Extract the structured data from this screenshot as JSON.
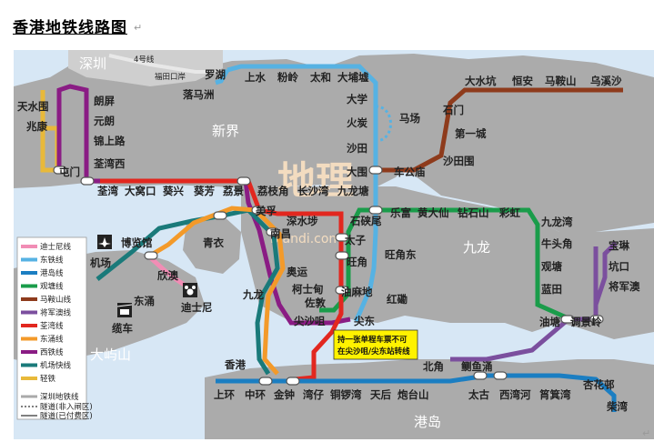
{
  "title": "香港地铁线路图",
  "title_mark": "↵",
  "corner_mark": "↵",
  "watermark": {
    "logo": "地理",
    "site": "Blandi.com"
  },
  "areas": {
    "shenzhen": "深圳",
    "new_territories": "新界",
    "kowloon": "九龙",
    "lantau": "大屿山",
    "hk_island": "港岛"
  },
  "sz_lines": {
    "line4": "4号线",
    "futian": "福田口岸"
  },
  "stations": {
    "lok_ma_chau": "落马洲",
    "lo_wu": "罗湖",
    "sheung_shui": "上水",
    "fanling": "粉岭",
    "tai_wo": "太和",
    "tai_po_market": "大埔墟",
    "university": "大学",
    "fo_tan": "火炭",
    "racecourse": "马场",
    "sha_tin": "沙田",
    "tai_wai": "大围",
    "che_kung_temple": "车公庙",
    "sha_tin_wai": "沙田围",
    "first_city": "第一城",
    "shek_mun": "石门",
    "tai_shui_hang": "大水坑",
    "heng_on": "恒安",
    "ma_on_shan": "马鞍山",
    "wu_kai_sha": "乌溪沙",
    "tin_shui_wai": "天水围",
    "siu_hong": "兆康",
    "tuen_mun": "屯门",
    "long_ping": "朗屏",
    "yuen_long": "元朗",
    "kam_sheung_road": "锦上路",
    "tsuen_wan_west": "荃湾西",
    "tsuen_wan": "荃湾",
    "tai_wo_hau": "大窝口",
    "kwai_hing": "葵兴",
    "kwai_fong": "葵芳",
    "lai_king": "荔景",
    "lai_chi_kok": "荔枝角",
    "cheung_sha_wan": "长沙湾",
    "kowloon_tong": "九龙塘",
    "lok_fu": "乐富",
    "wong_tai_sin": "黄大仙",
    "diamond_hill": "钻石山",
    "choi_hung": "彩虹",
    "kowloon_bay": "九龙湾",
    "ngau_tau_kok": "牛头角",
    "kwun_tong": "观塘",
    "lam_tin": "蓝田",
    "yau_tong": "油塘",
    "tiu_keng_leng": "调景岭",
    "po_lam": "宝琳",
    "hang_hau": "坑口",
    "tko": "将军澳",
    "mei_foo": "美孚",
    "nam_cheong": "南昌",
    "sham_shui_po": "深水埗",
    "shek_kip_mei": "石硖尾",
    "prince_edward": "太子",
    "mong_kok": "旺角",
    "mong_kok_east": "旺角东",
    "yau_ma_tei": "油麻地",
    "hung_hom": "红磡",
    "austin": "柯士甸",
    "jordan": "佐敦",
    "olympic": "奥运",
    "kowloon": "九龙",
    "tst": "尖沙咀",
    "tst_east": "尖东",
    "tsing_yi": "青衣",
    "sunny_bay": "欣澳",
    "tung_chung": "东涌",
    "airport": "机场",
    "asiaworld": "博览馆",
    "disneyland": "迪士尼",
    "cable_car": "缆车",
    "hong_kong": "香港",
    "sheung_wan": "上环",
    "central": "中环",
    "admiralty": "金钟",
    "wan_chai": "湾仔",
    "causeway_bay": "铜锣湾",
    "tin_hau": "天后",
    "fortress_hill": "炮台山",
    "north_point": "北角",
    "quarry_bay": "鲗鱼涌",
    "tai_koo": "太古",
    "sai_wan_ho": "西湾河",
    "shau_kei_wan": "筲箕湾",
    "heng_fa_chuen": "杏花邨",
    "chai_wan": "柴湾"
  },
  "note": {
    "line1": "持一张单程车票不可",
    "line2": "在尖沙咀/尖东站转线"
  },
  "legend": {
    "lines": [
      {
        "name": "迪士尼线",
        "color": "#f18db5"
      },
      {
        "name": "东铁线",
        "color": "#56b2e3"
      },
      {
        "name": "港岛线",
        "color": "#1b7ec2"
      },
      {
        "name": "观塘线",
        "color": "#1a9c4a"
      },
      {
        "name": "马鞍山线",
        "color": "#8e3b1c"
      },
      {
        "name": "将军澳线",
        "color": "#7b4f9e"
      },
      {
        "name": "荃湾线",
        "color": "#e2271f"
      },
      {
        "name": "东涌线",
        "color": "#f39a2a"
      },
      {
        "name": "西铁线",
        "color": "#8a1c84"
      },
      {
        "name": "机场快线",
        "color": "#1a7a7a"
      },
      {
        "name": "轻铁",
        "color": "#e8b93a"
      }
    ],
    "symbols": [
      {
        "name": "深圳地铁线"
      },
      {
        "name": "隧道(非入闸区)"
      },
      {
        "name": "隧道(已付费区)"
      }
    ]
  },
  "colors": {
    "sea": "#d7e7f5",
    "land": "#ababab",
    "sz_land": "#cfcfcf",
    "sz_line": "#e8e8e8"
  }
}
